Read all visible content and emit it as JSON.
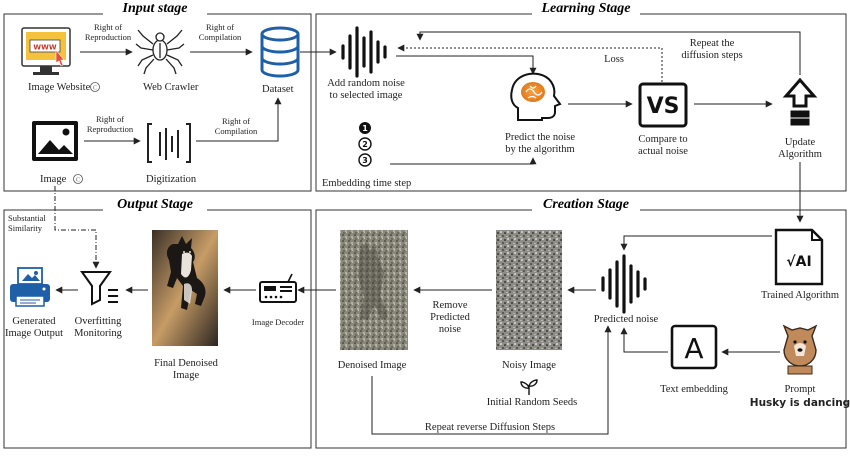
{
  "stages": {
    "input": "Input stage",
    "learning": "Learning Stage",
    "output": "Output Stage",
    "creation": "Creation Stage"
  },
  "input": {
    "image_website": "Image Website",
    "web_crawler": "Web Crawler",
    "dataset": "Dataset",
    "image": "Image",
    "digitization": "Digitization",
    "right_reproduction_1a": "Right of",
    "right_reproduction_1b": "Reproduction",
    "right_compilation_1a": "Right of",
    "right_compilation_1b": "Compilation",
    "right_reproduction_2a": "Right of",
    "right_reproduction_2b": "Reproduction",
    "right_compilation_2a": "Right of",
    "right_compilation_2b": "Compilation",
    "www": "WWW",
    "copyright_mark": "C"
  },
  "learning": {
    "add_noise_1": "Add random noise",
    "add_noise_2": "to selected image",
    "loss": "Loss",
    "repeat_1": "Repeat the",
    "repeat_2": "diffusion steps",
    "predict_1": "Predict the noise",
    "predict_2": "by the algorithm",
    "vs": "VS",
    "compare_1": "Compare to",
    "compare_2": "actual noise",
    "update_1": "Update",
    "update_2": "Algorithm",
    "embedding": "Embedding time step",
    "step_numbers": [
      "1",
      "2",
      "3"
    ]
  },
  "output": {
    "substantial_1": "Substantial",
    "substantial_2": "Similarity",
    "generated_1": "Generated",
    "generated_2": "Image Output",
    "overfitting_1": "Overfitting",
    "overfitting_2": "Monitoring",
    "final_1": "Final Denoised",
    "final_2": "Image",
    "decoder": "Image Decoder"
  },
  "creation": {
    "trained": "Trained Algorithm",
    "trained_icon": "√AI",
    "predicted_noise": "Predicted noise",
    "remove_1": "Remove",
    "remove_2": "Predicted",
    "remove_3": "noise",
    "denoised": "Denoised Image",
    "noisy": "Noisy Image",
    "seeds": "Initial Random Seeds",
    "text_embedding": "Text embedding",
    "text_icon": "A",
    "prompt": "Prompt",
    "prompt_text": "Husky is dancing",
    "repeat_reverse": "Repeat reverse Diffusion Steps"
  }
}
